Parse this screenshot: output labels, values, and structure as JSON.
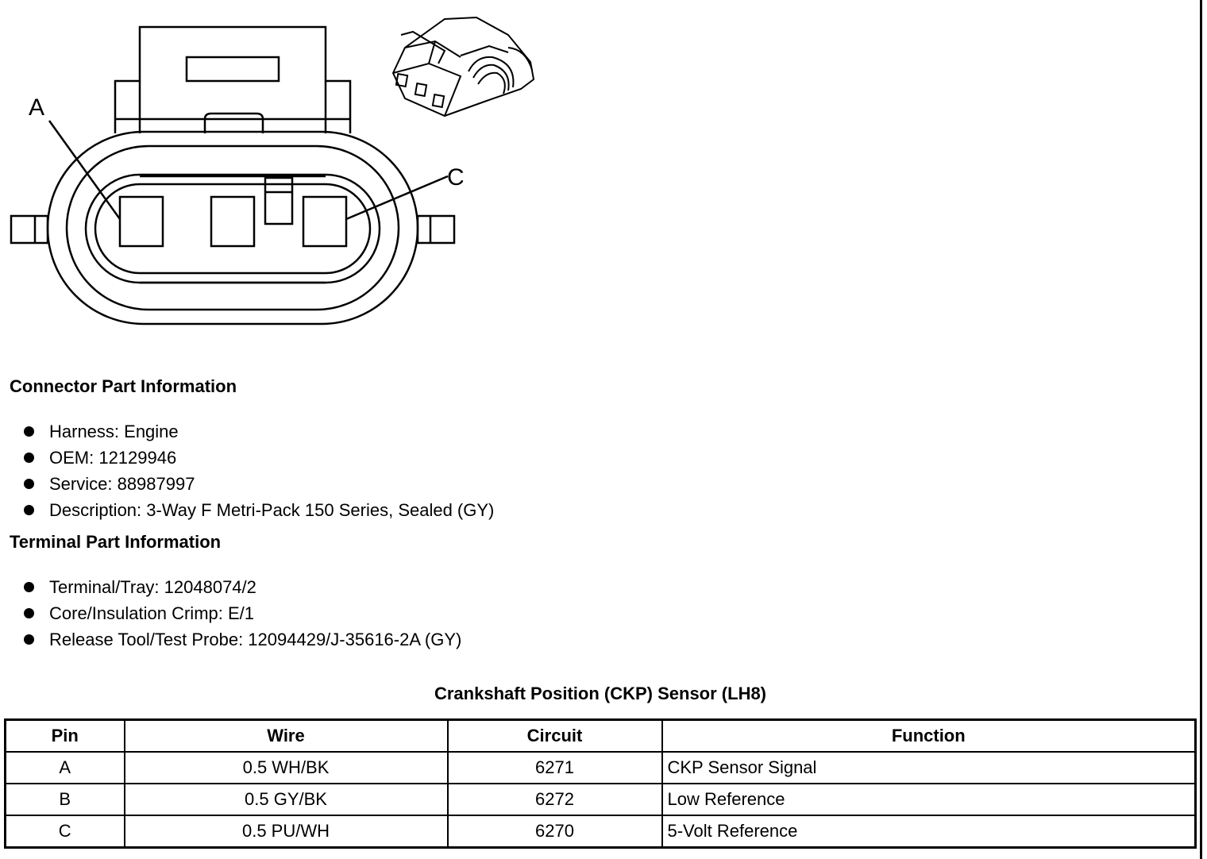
{
  "diagram": {
    "label_a": "A",
    "label_c": "C"
  },
  "connector_info": {
    "heading": "Connector Part Information",
    "items": [
      "Harness: Engine",
      "OEM: 12129946",
      "Service: 88987997",
      "Description: 3-Way F Metri-Pack 150 Series, Sealed (GY)"
    ]
  },
  "terminal_info": {
    "heading": "Terminal Part Information",
    "items": [
      "Terminal/Tray: 12048074/2",
      "Core/Insulation Crimp: E/1",
      "Release Tool/Test Probe: 12094429/J-35616-2A (GY)"
    ]
  },
  "pinout_table": {
    "title": "Crankshaft Position (CKP) Sensor (LH8)",
    "headers": [
      "Pin",
      "Wire",
      "Circuit",
      "Function"
    ],
    "rows": [
      [
        "A",
        "0.5 WH/BK",
        "6271",
        "CKP Sensor Signal"
      ],
      [
        "B",
        "0.5 GY/BK",
        "6272",
        "Low Reference"
      ],
      [
        "C",
        "0.5 PU/WH",
        "6270",
        "5-Volt Reference"
      ]
    ]
  }
}
